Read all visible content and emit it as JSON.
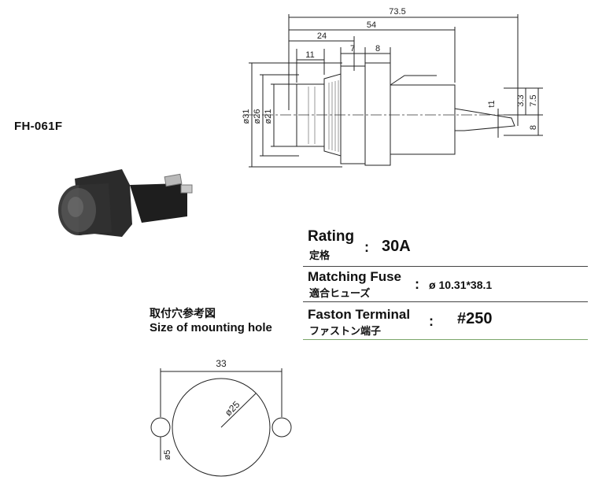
{
  "model": "FH-061F",
  "dimensions": {
    "d73_5": "73.5",
    "d54": "54",
    "d24": "24",
    "d11": "11",
    "d7": "7",
    "d8_top": "8",
    "d31": "ø31",
    "d26": "ø26",
    "d21": "ø21",
    "t1": "t1",
    "d3_3": "3.3",
    "d7_5": "7.5",
    "d8_side": "8"
  },
  "mounting_hole": {
    "title_jp": "取付穴参考図",
    "title_en": "Size of mounting hole",
    "d33": "33",
    "d25": "ø25",
    "d5": "ø5"
  },
  "specs": {
    "rating_en": "Rating",
    "rating_jp": "定格",
    "rating_value": "30A",
    "fuse_en": "Matching Fuse",
    "fuse_jp": "適合ヒューズ",
    "fuse_value": "ø 10.31*38.1",
    "faston_en": "Faston Terminal",
    "faston_jp": "ファストン端子",
    "faston_value": "#250",
    "colon": ":"
  },
  "colors": {
    "rule": "#444444",
    "accent_rule": "#7aa56a"
  }
}
